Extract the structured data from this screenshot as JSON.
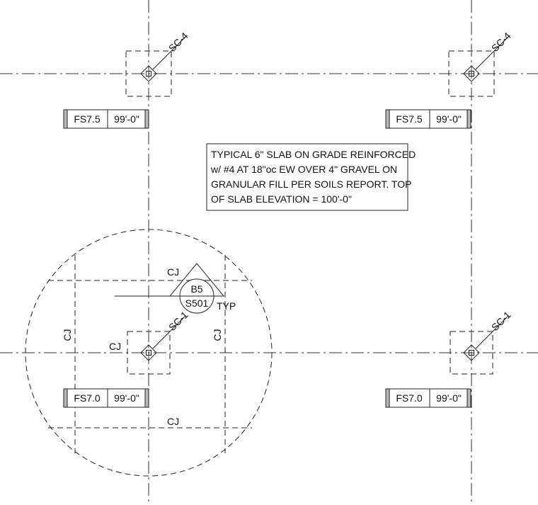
{
  "columns": [
    {
      "id": "col-tl",
      "label": "SC-4"
    },
    {
      "id": "col-tr",
      "label": "SC-4"
    },
    {
      "id": "col-bl",
      "label": "SC-1"
    },
    {
      "id": "col-br",
      "label": "SC-1"
    }
  ],
  "footing_tags": [
    {
      "id": "tag-tl",
      "mark": "FS7.5",
      "elevation": "99'-0\""
    },
    {
      "id": "tag-tr",
      "mark": "FS7.5",
      "elevation": "99'-0\""
    },
    {
      "id": "tag-bl",
      "mark": "FS7.0",
      "elevation": "99'-0\""
    },
    {
      "id": "tag-br",
      "mark": "FS7.0",
      "elevation": "99'-0\""
    }
  ],
  "general_note": {
    "lines": [
      "TYPICAL 6\" SLAB ON GRADE REINFORCED",
      "w/ #4 AT 18\"oc EW OVER 4\" GRAVEL ON",
      "GRANULAR FILL PER SOILS REPORT. TOP",
      "OF SLAB ELEVATION = 100'-0\""
    ]
  },
  "section_callout": {
    "detail": "B5",
    "sheet": "S501",
    "suffix": "TYP"
  },
  "joint_labels": {
    "top": "CJ",
    "left_vertical": "CJ",
    "right_vertical": "CJ",
    "near_column": "CJ",
    "bottom": "CJ"
  }
}
